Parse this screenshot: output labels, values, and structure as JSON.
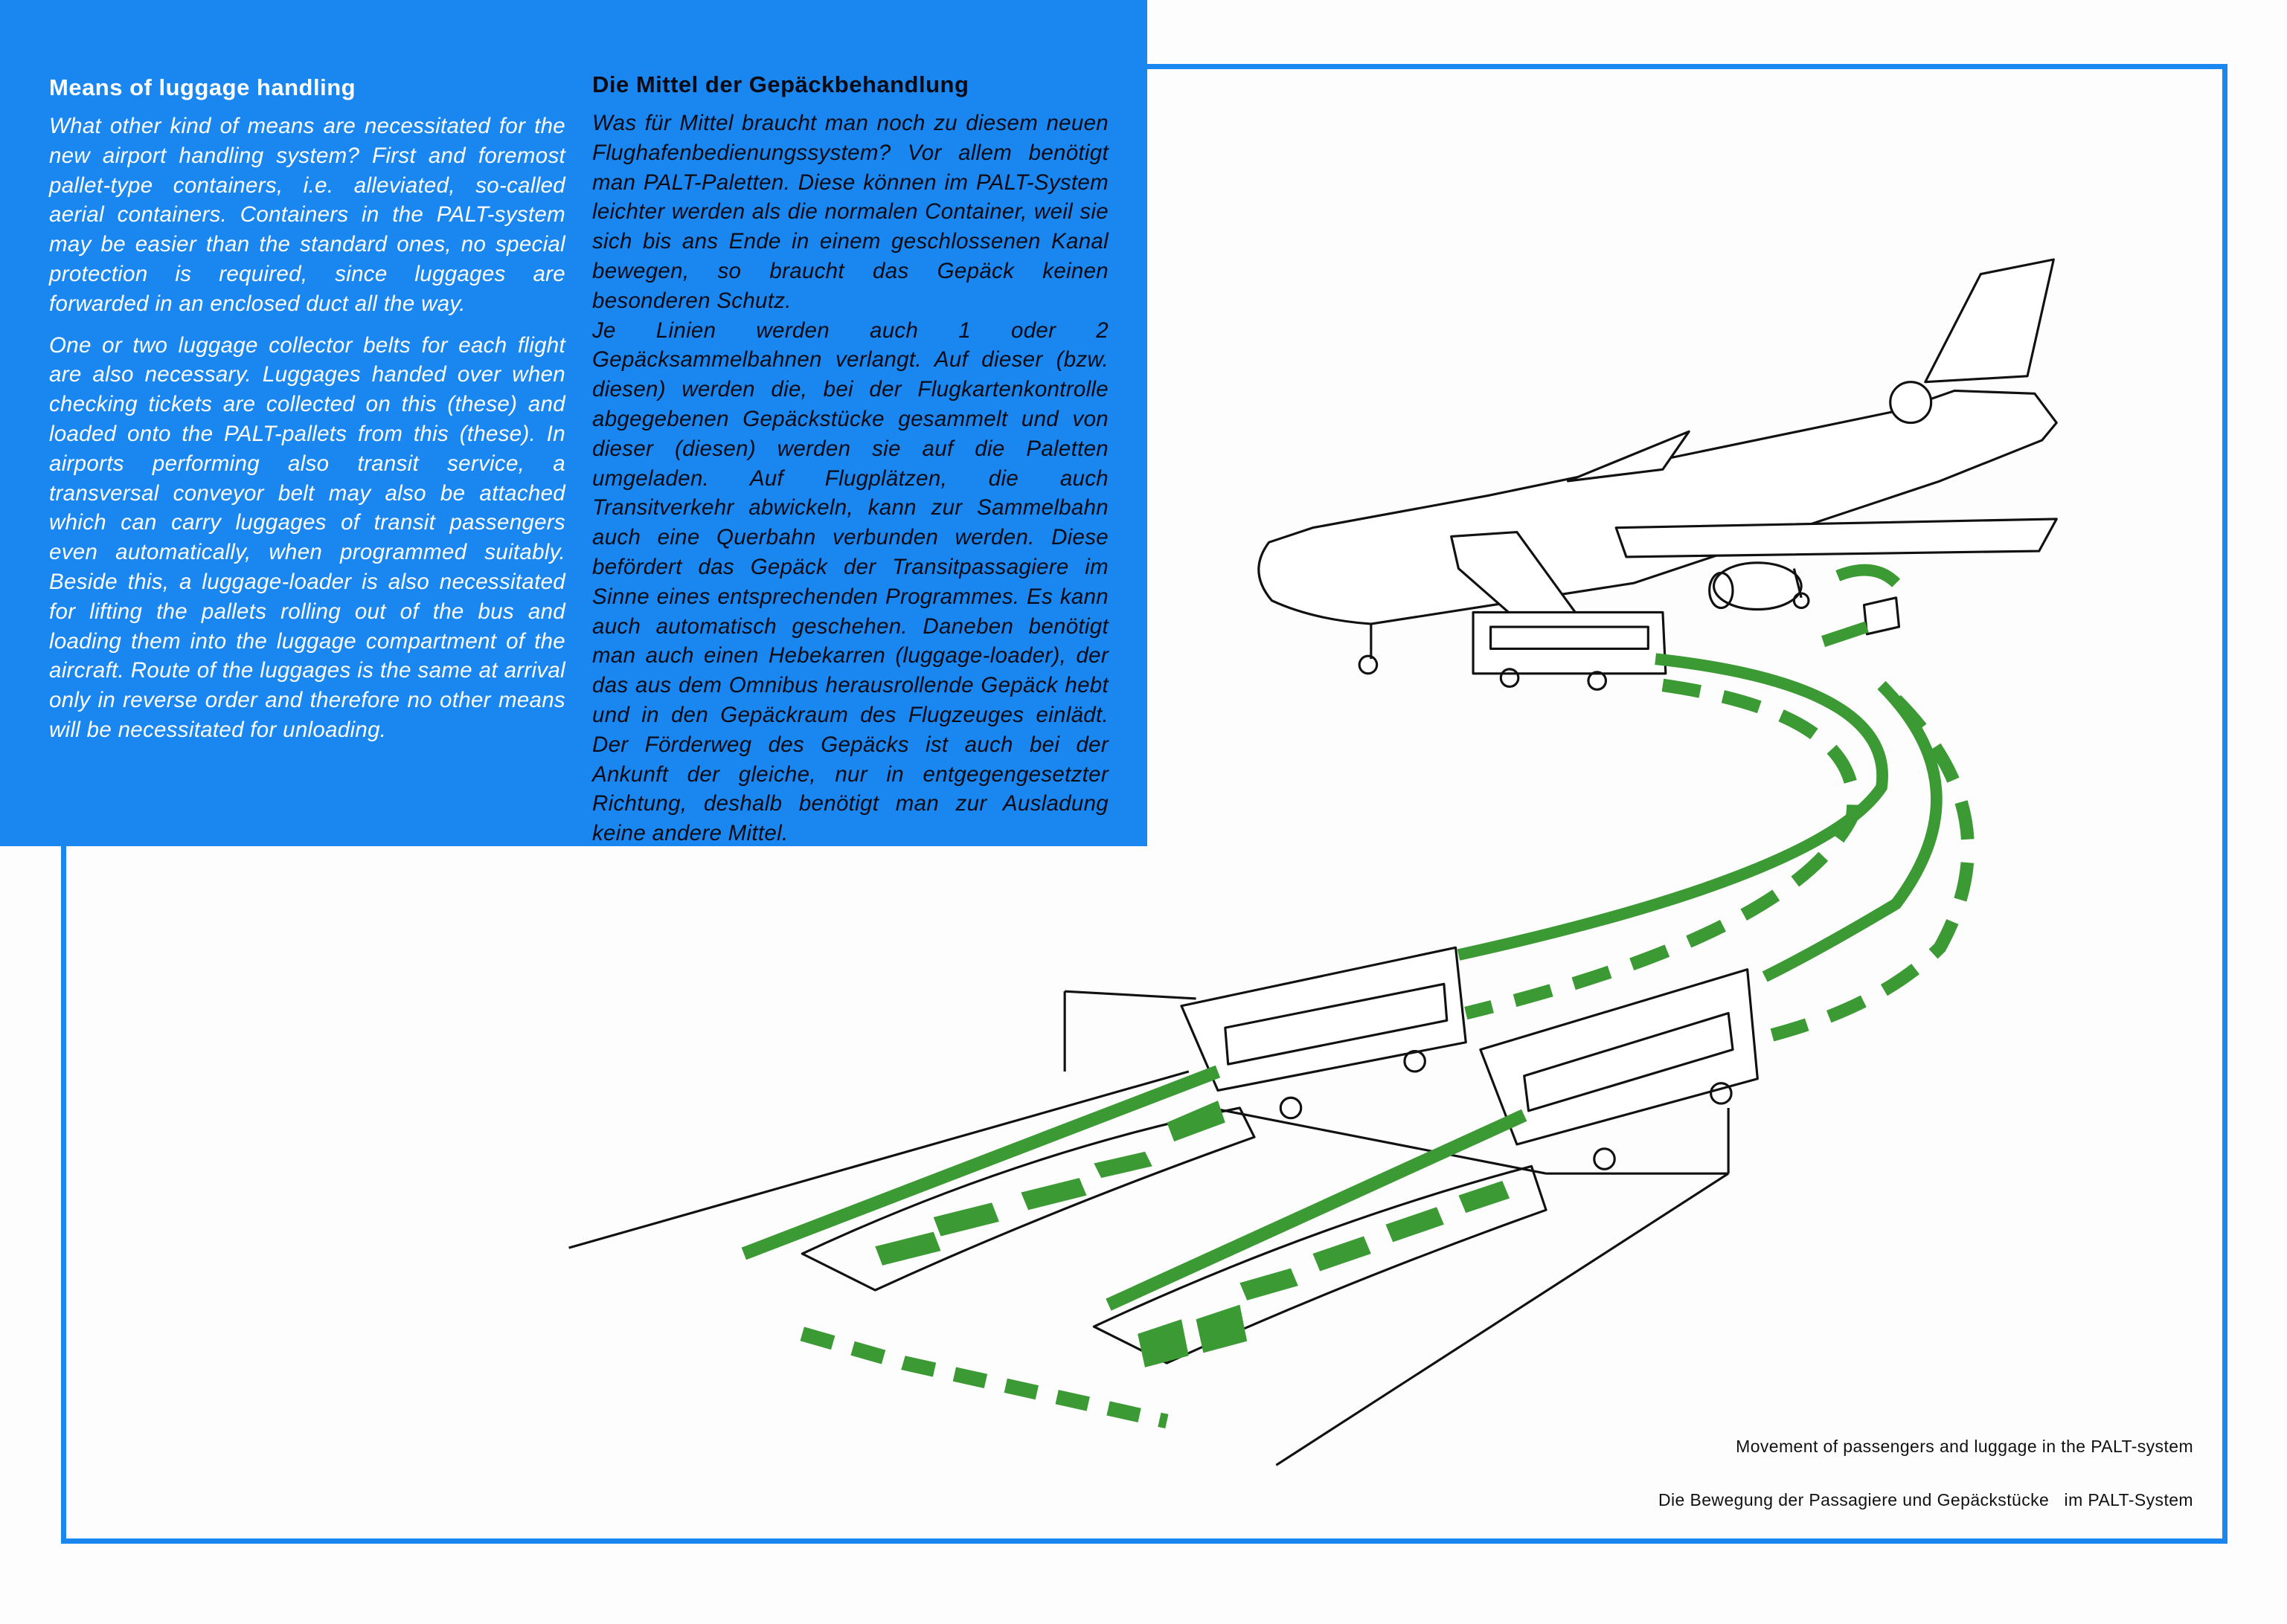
{
  "english": {
    "title": "Means of luggage handling",
    "paragraph_1": "What other kind of means are necessitated for the new airport handling system? First and foremost pallet-type containers, i.e. alleviated, so-called aerial containers. Containers in the PALT-system may be easier than the standard ones, no special protection is required, since luggages are forwarded in an enclosed duct all the way.",
    "paragraph_2": "One or two luggage collector belts for each flight are also necessary. Luggages handed over when checking tickets are collected on this (these) and loaded onto the PALT-pallets from this (these). In airports performing also transit service, a transversal conveyor belt may also be attached which can carry luggages of transit passengers even automatically, when programmed suitably. Beside this, a luggage-loader is also necessitated for lifting the pallets rolling out of the bus and loading them into the luggage compartment of the aircraft. Route of the luggages is the same at arrival only in reverse order and therefore no other means will be necessitated for unloading."
  },
  "german": {
    "title": "Die Mittel der Gepäckbehandlung",
    "paragraph_1": "Was für Mittel braucht man noch zu diesem neuen Flughafenbedienungssystem? Vor allem benötigt man PALT-Paletten. Diese können im PALT-System leichter werden als die normalen Container, weil sie sich bis ans Ende in einem geschlossenen Kanal bewegen, so braucht das Gepäck keinen besonderen Schutz.",
    "paragraph_2": "Je Linien werden auch 1 oder 2 Gepäcksammelbahnen verlangt. Auf dieser (bzw. diesen) werden die, bei der Flugkartenkontrolle abgegebenen Gepäckstücke gesammelt und von dieser (diesen) werden sie auf die Paletten umgeladen. Auf Flugplätzen, die auch Transitverkehr abwickeln, kann zur Sammelbahn auch eine Querbahn verbunden werden. Diese befördert das Gepäck der Transitpassagiere im Sinne eines entsprechenden Programmes. Es kann auch automatisch geschehen. Daneben benötigt man auch einen Hebekarren (luggage-loader), der das aus dem Omnibus herausrollende Gepäck hebt und in den Gepäckraum des Flugzeuges einlädt. Der Förderweg des Gepäcks ist auch bei der Ankunft der gleiche, nur in entgegengesetzter Richtung, deshalb benötigt man zur Ausladung keine andere Mittel."
  },
  "caption": {
    "english": "Movement of passengers and luggage in the PALT-system",
    "german": "Die Bewegung der Passagiere und Gepäckstücke   im PALT-System"
  },
  "colors": {
    "panel_blue": "#1a86f0",
    "arrow_green": "#3c9a34"
  }
}
